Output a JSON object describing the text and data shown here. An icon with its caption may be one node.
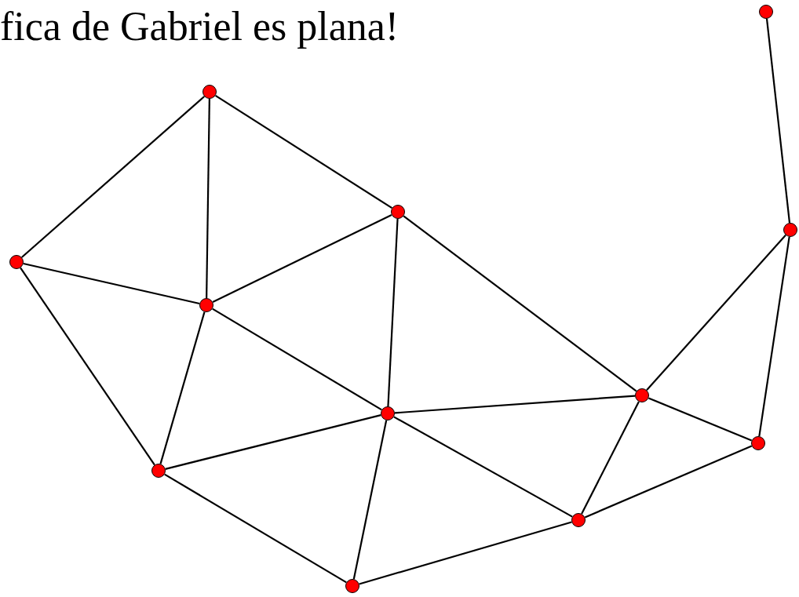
{
  "diagram": {
    "title": "fica de Gabriel es plana!",
    "nodes": [
      {
        "text": [],
        "shape": "circle"
      },
      {
        "text": [],
        "shape": "circle"
      },
      {
        "text": [],
        "shape": "circle"
      },
      {
        "text": [],
        "shape": "circle"
      },
      {
        "text": [],
        "shape": "circle"
      },
      {
        "text": [],
        "shape": "circle"
      },
      {
        "text": [],
        "shape": "circle"
      },
      {
        "text": [],
        "shape": "circle"
      },
      {
        "text": [],
        "shape": "circle"
      },
      {
        "text": [],
        "shape": "circle"
      },
      {
        "text": [],
        "shape": "circle"
      },
      {
        "text": [],
        "shape": "circle"
      }
    ],
    "edges": [
      {
        "from": 0,
        "to": 3,
        "arrow": "none"
      },
      {
        "from": 1,
        "to": 4,
        "arrow": "none"
      },
      {
        "from": 1,
        "to": 5,
        "arrow": "none"
      },
      {
        "from": 1,
        "to": 2,
        "arrow": "none"
      },
      {
        "from": 2,
        "to": 5,
        "arrow": "none"
      },
      {
        "from": 2,
        "to": 7,
        "arrow": "none"
      },
      {
        "from": 2,
        "to": 6,
        "arrow": "none"
      },
      {
        "from": 3,
        "to": 6,
        "arrow": "none"
      },
      {
        "from": 3,
        "to": 8,
        "arrow": "none"
      },
      {
        "from": 4,
        "to": 5,
        "arrow": "none"
      },
      {
        "from": 4,
        "to": 9,
        "arrow": "none"
      },
      {
        "from": 5,
        "to": 9,
        "arrow": "none"
      },
      {
        "from": 5,
        "to": 7,
        "arrow": "none"
      },
      {
        "from": 7,
        "to": 9,
        "arrow": "none"
      },
      {
        "from": 7,
        "to": 6,
        "arrow": "none"
      },
      {
        "from": 7,
        "to": 10,
        "arrow": "none"
      },
      {
        "from": 7,
        "to": 11,
        "arrow": "none"
      },
      {
        "from": 6,
        "to": 8,
        "arrow": "none"
      },
      {
        "from": 6,
        "to": 10,
        "arrow": "none"
      },
      {
        "from": 8,
        "to": 10,
        "arrow": "none"
      },
      {
        "from": 9,
        "to": 11,
        "arrow": "none"
      },
      {
        "from": 10,
        "to": 11,
        "arrow": "none"
      }
    ]
  }
}
